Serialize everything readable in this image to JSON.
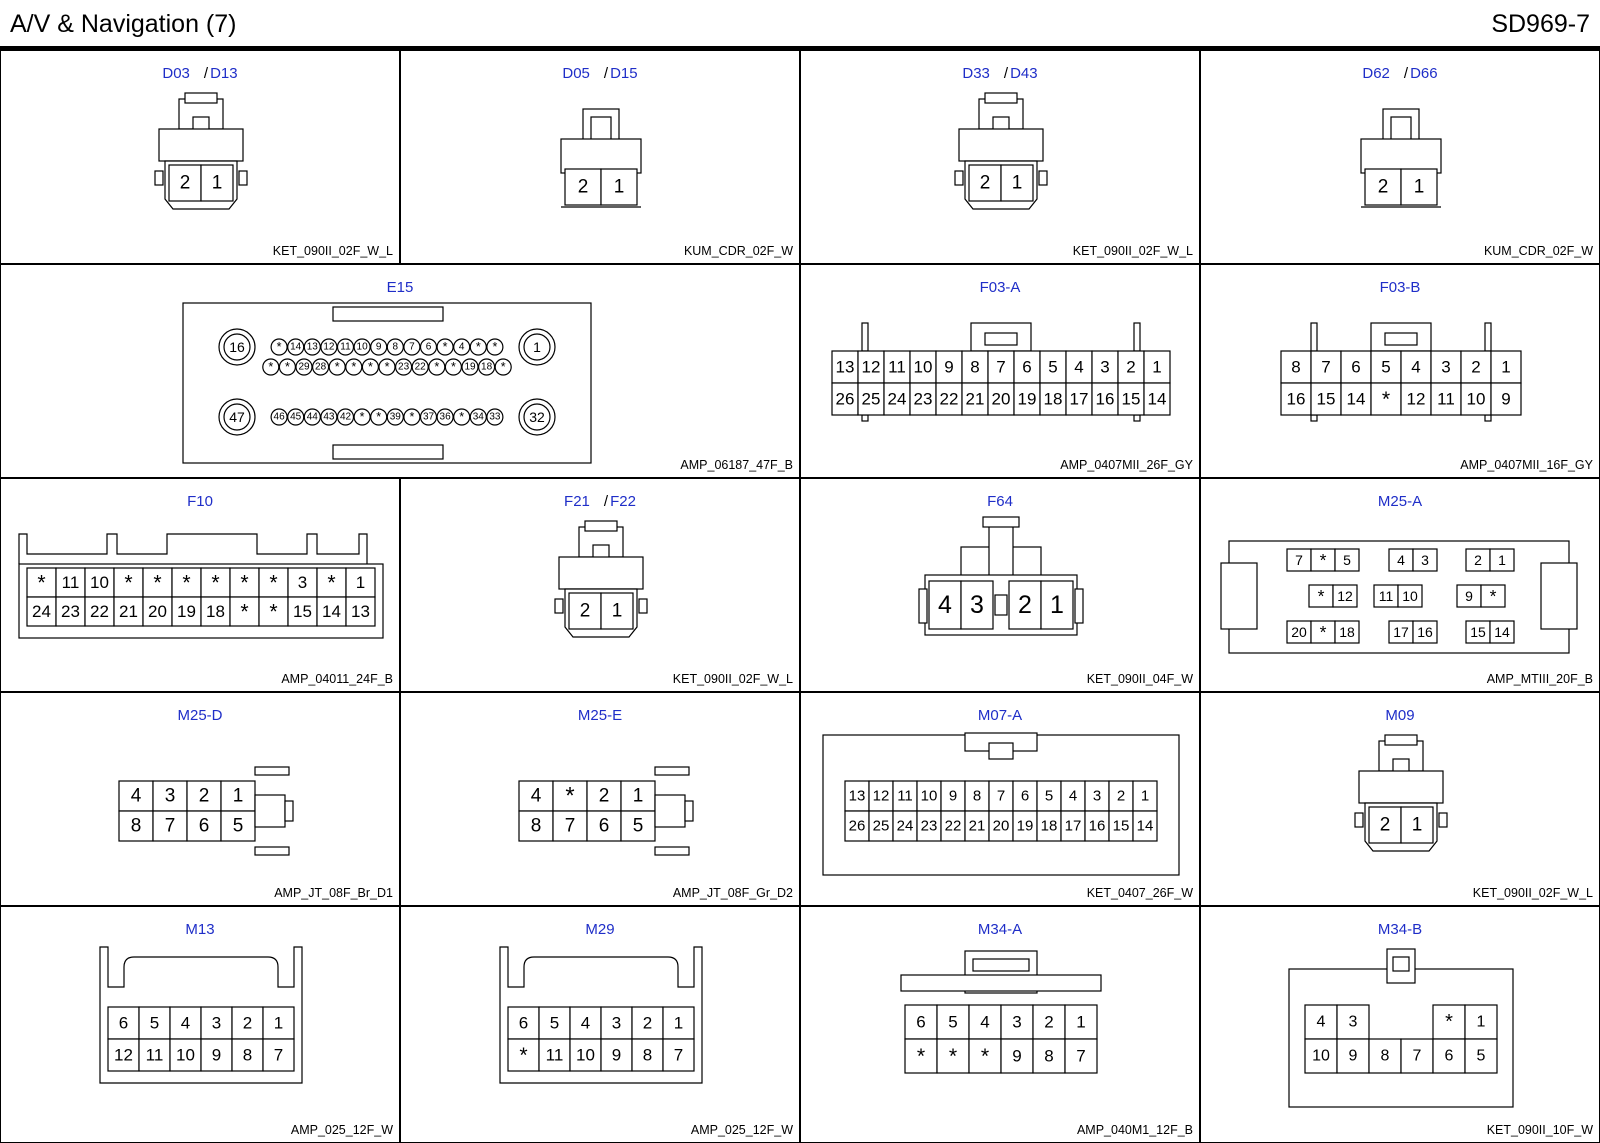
{
  "header": {
    "title": "A/V & Navigation (7)",
    "code": "SD969-7"
  },
  "connectors": [
    {
      "id": "c1",
      "names": [
        "D03",
        "D13"
      ],
      "part": "KET_090II_02F_W_L",
      "style": "ket2",
      "rows": [
        [
          "2",
          "1"
        ]
      ]
    },
    {
      "id": "c2",
      "names": [
        "D05",
        "D15"
      ],
      "part": "KUM_CDR_02F_W",
      "style": "kum2",
      "rows": [
        [
          "2",
          "1"
        ]
      ]
    },
    {
      "id": "c3",
      "names": [
        "D33",
        "D43"
      ],
      "part": "KET_090II_02F_W_L",
      "style": "ket2",
      "rows": [
        [
          "2",
          "1"
        ]
      ]
    },
    {
      "id": "c4",
      "names": [
        "D62",
        "D66"
      ],
      "part": "KUM_CDR_02F_W",
      "style": "kum2",
      "rows": [
        [
          "2",
          "1"
        ]
      ]
    },
    {
      "id": "c5",
      "names": [
        "E15"
      ],
      "part": "AMP_06187_47F_B",
      "style": "amp47",
      "big": [
        "16",
        "1",
        "47",
        "32"
      ],
      "rows": [
        [
          "*",
          "14",
          "13",
          "12",
          "11",
          "10",
          "9",
          "8",
          "7",
          "6",
          "*",
          "4",
          "*",
          "*"
        ],
        [
          "*",
          "*",
          "29",
          "28",
          "*",
          "*",
          "*",
          "*",
          "23",
          "22",
          "*",
          "*",
          "19",
          "18",
          "*"
        ],
        [
          "46",
          "45",
          "44",
          "43",
          "42",
          "*",
          "*",
          "39",
          "*",
          "37",
          "36",
          "*",
          "34",
          "33"
        ]
      ]
    },
    {
      "id": "c6",
      "names": [
        "F03-A"
      ],
      "part": "AMP_0407MII_26F_GY",
      "style": "grid",
      "tab": "top",
      "rows": [
        [
          "13",
          "12",
          "11",
          "10",
          "9",
          "8",
          "7",
          "6",
          "5",
          "4",
          "3",
          "2",
          "1"
        ],
        [
          "26",
          "25",
          "24",
          "23",
          "22",
          "21",
          "20",
          "19",
          "18",
          "17",
          "16",
          "15",
          "14"
        ]
      ]
    },
    {
      "id": "c7",
      "names": [
        "F03-B"
      ],
      "part": "AMP_0407MII_16F_GY",
      "style": "grid",
      "tab": "top",
      "rows": [
        [
          "8",
          "7",
          "6",
          "5",
          "4",
          "3",
          "2",
          "1"
        ],
        [
          "16",
          "15",
          "14",
          "*",
          "12",
          "11",
          "10",
          "9"
        ]
      ]
    },
    {
      "id": "c8",
      "names": [
        "F10"
      ],
      "part": "AMP_04011_24F_B",
      "style": "grid",
      "tab": "notch",
      "rows": [
        [
          "*",
          "11",
          "10",
          "*",
          "*",
          "*",
          "*",
          "*",
          "*",
          "3",
          "*",
          "1"
        ],
        [
          "24",
          "23",
          "22",
          "21",
          "20",
          "19",
          "18",
          "*",
          "*",
          "15",
          "14",
          "13"
        ]
      ]
    },
    {
      "id": "c9",
      "names": [
        "F21",
        "F22"
      ],
      "part": "KET_090II_02F_W_L",
      "style": "ket2",
      "rows": [
        [
          "2",
          "1"
        ]
      ]
    },
    {
      "id": "c10",
      "names": [
        "F64"
      ],
      "part": "KET_090II_04F_W",
      "style": "ket4",
      "rows": [
        [
          "4",
          "3",
          "2",
          "1"
        ]
      ]
    },
    {
      "id": "c11",
      "names": [
        "M25-A"
      ],
      "part": "AMP_MTIII_20F_B",
      "style": "mtiii",
      "groups": [
        [
          "7",
          "*",
          "5"
        ],
        [
          "4",
          "3"
        ],
        [
          "2",
          "1"
        ],
        [
          "*",
          "12"
        ],
        [
          "11",
          "10"
        ],
        [
          "9",
          "*"
        ],
        [
          "20",
          "*",
          "18"
        ],
        [
          "17",
          "16"
        ],
        [
          "15",
          "14"
        ]
      ]
    },
    {
      "id": "c12",
      "names": [
        "M25-D"
      ],
      "part": "AMP_JT_08F_Br_D1",
      "style": "jt",
      "rows": [
        [
          "4",
          "3",
          "2",
          "1"
        ],
        [
          "8",
          "7",
          "6",
          "5"
        ]
      ]
    },
    {
      "id": "c13",
      "names": [
        "M25-E"
      ],
      "part": "AMP_JT_08F_Gr_D2",
      "style": "jt",
      "rows": [
        [
          "4",
          "*",
          "2",
          "1"
        ],
        [
          "8",
          "7",
          "6",
          "5"
        ]
      ]
    },
    {
      "id": "c14",
      "names": [
        "M07-A"
      ],
      "part": "KET_0407_26F_W",
      "style": "grid",
      "tab": "frame",
      "rows": [
        [
          "13",
          "12",
          "11",
          "10",
          "9",
          "8",
          "7",
          "6",
          "5",
          "4",
          "3",
          "2",
          "1"
        ],
        [
          "26",
          "25",
          "24",
          "23",
          "22",
          "21",
          "20",
          "19",
          "18",
          "17",
          "16",
          "15",
          "14"
        ]
      ]
    },
    {
      "id": "c15",
      "names": [
        "M09"
      ],
      "part": "KET_090II_02F_W_L",
      "style": "ket2",
      "rows": [
        [
          "2",
          "1"
        ]
      ]
    },
    {
      "id": "c16",
      "names": [
        "M13"
      ],
      "part": "AMP_025_12F_W",
      "style": "amp12",
      "rows": [
        [
          "6",
          "5",
          "4",
          "3",
          "2",
          "1"
        ],
        [
          "12",
          "11",
          "10",
          "9",
          "8",
          "7"
        ]
      ]
    },
    {
      "id": "c17",
      "names": [
        "M29"
      ],
      "part": "AMP_025_12F_W",
      "style": "amp12",
      "rows": [
        [
          "6",
          "5",
          "4",
          "3",
          "2",
          "1"
        ],
        [
          "*",
          "11",
          "10",
          "9",
          "8",
          "7"
        ]
      ]
    },
    {
      "id": "c18",
      "names": [
        "M34-A"
      ],
      "part": "AMP_040M1_12F_B",
      "style": "grid",
      "tab": "clip",
      "rows": [
        [
          "6",
          "5",
          "4",
          "3",
          "2",
          "1"
        ],
        [
          "*",
          "*",
          "*",
          "9",
          "8",
          "7"
        ]
      ]
    },
    {
      "id": "c19",
      "names": [
        "M34-B"
      ],
      "part": "KET_090II_10F_W",
      "style": "ket10",
      "rows": [
        [
          "4",
          "3",
          "",
          "",
          "*",
          "1"
        ],
        [
          "10",
          "9",
          "8",
          "7",
          "6",
          "5"
        ]
      ]
    }
  ]
}
